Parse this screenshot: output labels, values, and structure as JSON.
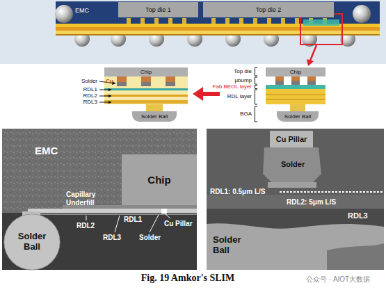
{
  "diagram": {
    "caption": "Fig. 19 Amkor's SLIM",
    "nodes": [
      {
        "text": [
          "Top die 1"
        ]
      },
      {
        "text": [
          "Top die 2"
        ]
      },
      {
        "text": [
          "Chip"
        ]
      },
      {
        "text": [
          "Solder Ball"
        ]
      },
      {
        "text": [
          "Chip"
        ]
      },
      {
        "text": [
          "Solder Ball"
        ]
      },
      {
        "text": [
          "Chip"
        ]
      },
      {
        "text": [
          "Solder Ball"
        ]
      },
      {
        "text": [
          "Cu Pillar"
        ]
      }
    ],
    "labels": [
      "EMC",
      "Solder",
      "Cu",
      "RDL1",
      "RDL2",
      "RDL3",
      "Top die",
      "μbump",
      "Fab BEOL layer",
      "RDL layer",
      "BGA",
      "EMC",
      "Capillary Underfill",
      "RDL2",
      "RDL1",
      "Cu Pillar",
      "RDL3",
      "Solder",
      "Solder",
      "RDL1: 0.5μm L/S",
      "RDL2: 5μm L/S",
      "RDL3",
      "Solder Ball",
      "公众号 · AIOT大数据"
    ]
  }
}
